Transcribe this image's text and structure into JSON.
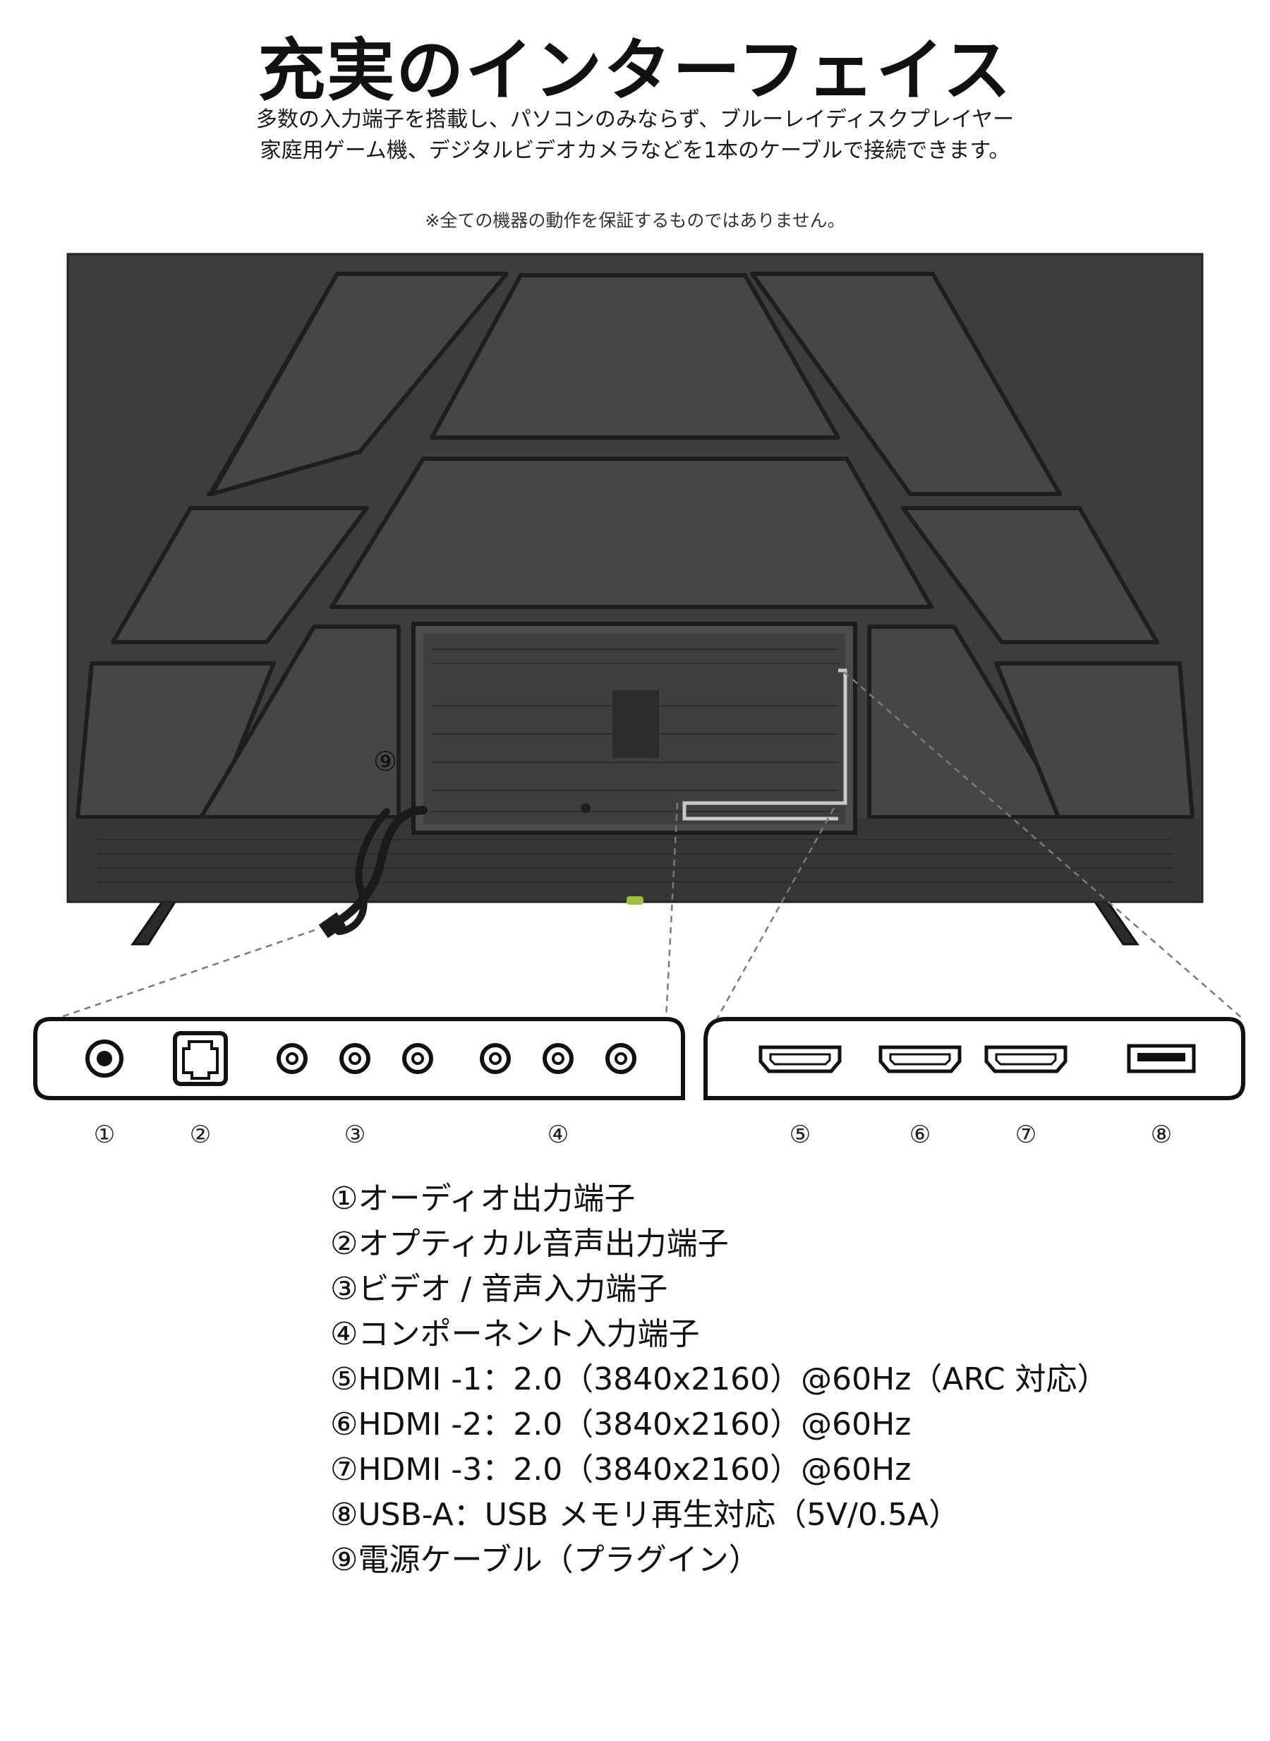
{
  "header": {
    "title": "充実のインターフェイス",
    "intro_line1": "多数の入力端子を搭載し、パソコンのみならず、ブルーレイディスクプレイヤー",
    "intro_line2": "家庭用ゲーム機、デジタルビデオカメラなどを1本のケーブルで接続できます。",
    "note": "※全ての機器の動作を保証するものではありません。"
  },
  "callouts": {
    "n1": "①",
    "n2": "②",
    "n3": "③",
    "n4": "④",
    "n5": "⑤",
    "n6": "⑥",
    "n7": "⑦",
    "n8": "⑧",
    "n9": "⑨"
  },
  "ports": [
    {
      "id": 1,
      "icon": "audio-jack-icon"
    },
    {
      "id": 2,
      "icon": "optical-port-icon"
    },
    {
      "id": 3,
      "icon": "rca-jack-icon"
    },
    {
      "id": 4,
      "icon": "rca-jack-icon"
    },
    {
      "id": 5,
      "icon": "hdmi-port-icon"
    },
    {
      "id": 6,
      "icon": "hdmi-port-icon"
    },
    {
      "id": 7,
      "icon": "hdmi-port-icon"
    },
    {
      "id": 8,
      "icon": "usb-a-port-icon"
    }
  ],
  "legend": [
    "①オーディオ出力端子",
    "②オプティカル音声出力端子",
    "③ビデオ / 音声入力端子",
    "④コンポーネント入力端子",
    "⑤HDMI -1：2.0（3840x2160）@60Hz（ARC 対応）",
    "⑥HDMI -2：2.0（3840x2160）@60Hz",
    "⑦HDMI -3：2.0（3840x2160）@60Hz",
    "⑧USB-A：USB メモリ再生対応（5V/0.5A）",
    "⑨電源ケーブル（プラグイン）"
  ],
  "colors": {
    "tv_body": "#3a3a3a",
    "tv_panel": "#454545",
    "tv_frame_line": "#1e1e1e",
    "accent_green": "#9ac23c"
  }
}
